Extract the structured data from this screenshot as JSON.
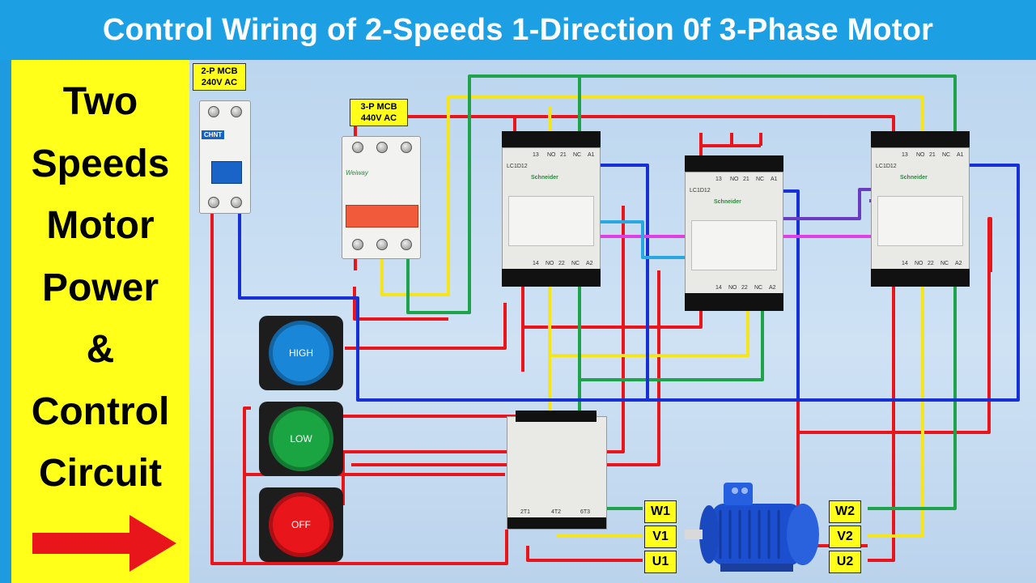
{
  "title": "Control Wiring of 2-Speeds 1-Direction 0f 3-Phase Motor",
  "left_panel": {
    "lines": [
      "Two",
      "Speeds",
      "Motor",
      "Power",
      "&",
      "Control",
      "Circuit"
    ]
  },
  "mcb_2p": {
    "tag_line1": "2-P MCB",
    "tag_line2": "240V AC",
    "brand": "CHNT"
  },
  "mcb_3p": {
    "tag_line1": "3-P MCB",
    "tag_line2": "440V AC",
    "brand": "Weiway"
  },
  "contactors": [
    {
      "model": "LC1D12",
      "brand": "Schneider",
      "top_terms": [
        "13",
        "NO",
        "21",
        "NC",
        "A1"
      ],
      "bottom_terms": [
        "14",
        "NO",
        "22",
        "NC",
        "A2"
      ]
    },
    {
      "model": "LC1D12",
      "brand": "Schneider",
      "top_terms": [
        "13",
        "NO",
        "21",
        "NC",
        "A1"
      ],
      "bottom_terms": [
        "14",
        "NO",
        "22",
        "NC",
        "A2"
      ]
    },
    {
      "model": "LC1D12",
      "brand": "Schneider",
      "top_terms": [
        "13",
        "NO",
        "21",
        "NC",
        "A1"
      ],
      "bottom_terms": [
        "14",
        "NO",
        "22",
        "NC",
        "A2"
      ]
    }
  ],
  "overload_relay": {
    "bottom_terms": [
      "2T1",
      "4T2",
      "6T3"
    ]
  },
  "buttons": {
    "high": "HIGH",
    "low": "LOW",
    "off": "OFF"
  },
  "terminals_left": [
    "W1",
    "V1",
    "U1"
  ],
  "terminals_right": [
    "W2",
    "V2",
    "U2"
  ],
  "colors": {
    "red": "#e8151b",
    "yellow": "#f5e51a",
    "green": "#1ea24a",
    "blue": "#1630d6",
    "purple": "#6a3cc2",
    "magenta": "#e23ee6",
    "cyan": "#29a8e0",
    "background": "#1e9be0",
    "panel": "#ffff1a"
  }
}
